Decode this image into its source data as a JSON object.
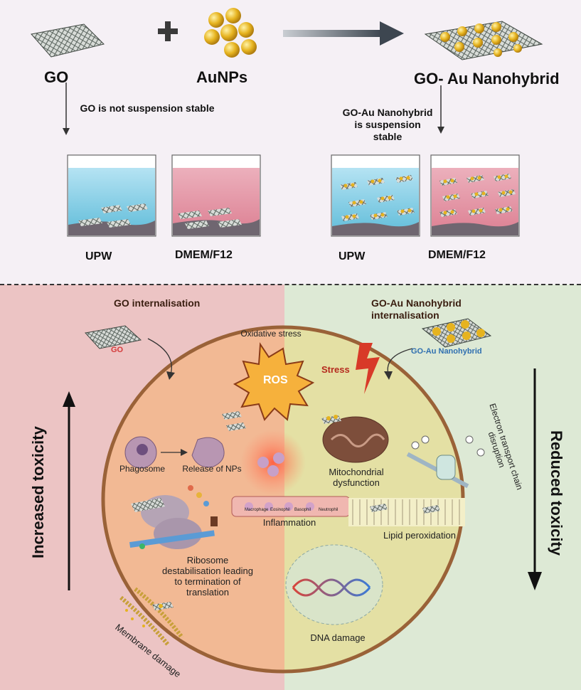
{
  "top": {
    "go_label": "GO",
    "aunps_label": "AuNPs",
    "hybrid_label": "GO- Au Nanohybrid",
    "go_unstable_note": "GO is not suspension stable",
    "hybrid_stable_note": "GO-Au Nanohybrid is suspension stable",
    "beakers": [
      "UPW",
      "DMEM/F12",
      "UPW",
      "DMEM/F12"
    ]
  },
  "bottom": {
    "left_heading": "GO internalisation",
    "right_heading": "GO-Au Nanohybrid internalisation",
    "go_small_label": "GO",
    "hybrid_small_label": "GO-Au Nanohybrid",
    "oxidative_stress": "Oxidative stress",
    "ros": "ROS",
    "stress": "Stress",
    "phagosome": "Phagosome",
    "release_nps": "Release of NPs",
    "mito_dysfunction": "Mitochondrial dysfunction",
    "etc_disruption": "Electron transport chain disruption",
    "inflammation": "Inflammation",
    "lipid_peroxidation": "Lipid peroxidation",
    "ribosome": "Ribosome destabilisation leading to termination of translation",
    "dna_damage": "DNA damage",
    "membrane_damage": "Membrane damage",
    "increased_toxicity": "Increased toxicity",
    "reduced_toxicity": "Reduced toxicity",
    "cell_labels": [
      "Macrophage",
      "Eosinophil",
      "Basophil",
      "Neutrophil"
    ]
  },
  "colors": {
    "left_panel": "#ecc4c4",
    "right_panel": "#dde9d5",
    "cell_left": "#f2b994",
    "cell_right": "#e4e0a4",
    "ros": "#f6b13c",
    "stress_bolt": "#d83a28",
    "water": "#8fd4ec",
    "medium": "#e89aa8",
    "gold": "#e7b92a"
  }
}
